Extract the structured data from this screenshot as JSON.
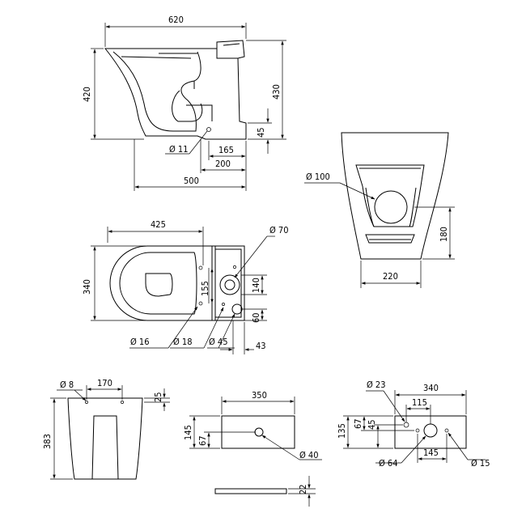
{
  "side_view": {
    "width": "620",
    "height": "420",
    "total_height": "430",
    "outlet_height": "45",
    "inlet_dia": "Ø 11",
    "dim_165": "165",
    "dim_200": "200",
    "depth": "500"
  },
  "front_view": {
    "outlet_dia": "Ø 100",
    "outlet_height": "180",
    "base_width": "220"
  },
  "top_view": {
    "length": "425",
    "width": "340",
    "tank_hole_dia": "Ø 70",
    "dim_155": "155",
    "dim_140": "140",
    "dim_60": "60",
    "fix_hole_dia": "Ø 16",
    "hole_18": "Ø 18",
    "hole_45": "Ø 45",
    "dim_43": "43"
  },
  "back_view": {
    "hole_dia": "Ø 8",
    "spacing": "170",
    "dim_25": "25",
    "height": "383"
  },
  "tank_lid": {
    "width": "350",
    "dim_145": "145",
    "dim_67": "67",
    "hole_dia": "Ø 40",
    "thickness": "22"
  },
  "tank_base": {
    "width": "340",
    "dim_115": "115",
    "hole_23": "Ø 23",
    "dim_135": "135",
    "dim_67": "67",
    "dim_45": "45",
    "hole_64": "Ø 64",
    "dim_145": "145",
    "hole_15": "Ø 15"
  }
}
